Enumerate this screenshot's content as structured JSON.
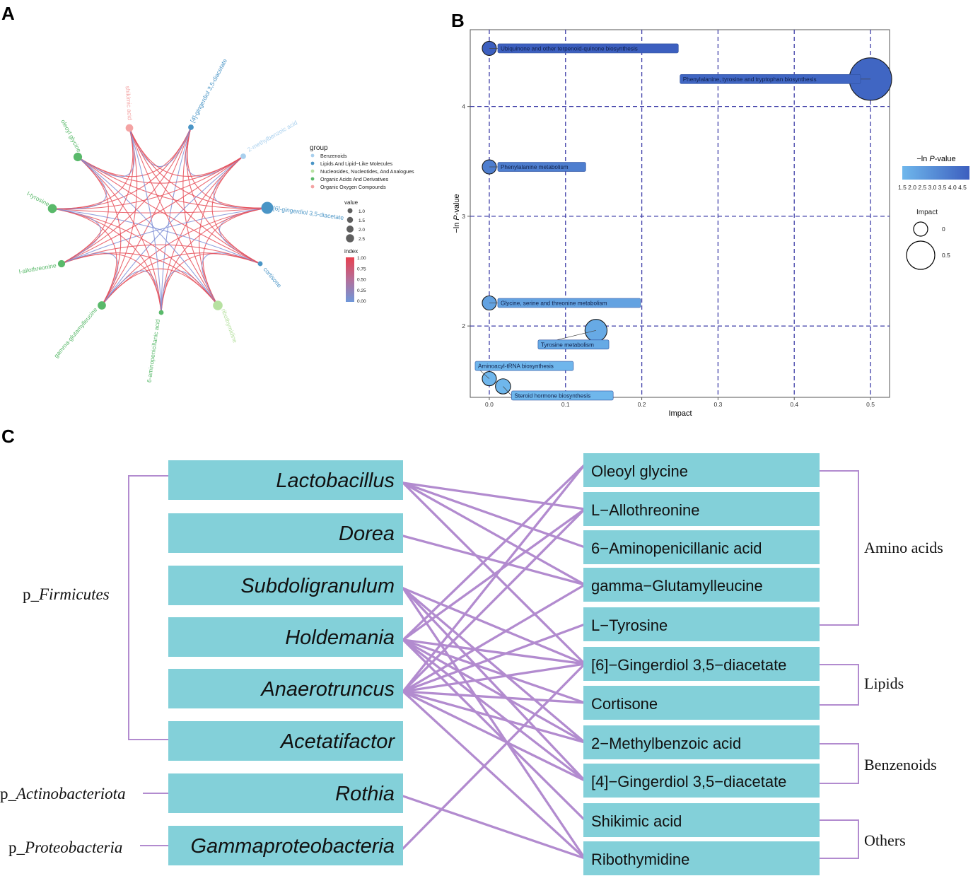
{
  "panels": {
    "a": "A",
    "b": "B",
    "c": "C"
  },
  "colors": {
    "benzenoids": "#a9d0ee",
    "lipids": "#4a95c6",
    "nucleosides": "#b7e1a1",
    "amino": "#59b96a",
    "oxygen": "#f4a3a3",
    "edge_high": "#e8505b",
    "edge_low": "#7f8fd6",
    "box": "#83d0d9",
    "link": "#b28bcf",
    "grid": "#3f3fa8",
    "bubble_low": "#6fb7ec",
    "bubble_high": "#3c5fbf"
  },
  "panel_a": {
    "nodes": [
      {
        "label": "[4]-gingerdiol 3,5-diacetate",
        "group": "lipids",
        "value": 0.8
      },
      {
        "label": "2-methylbenzoic acid",
        "group": "benzenoids",
        "value": 0.8
      },
      {
        "label": "[6]-gingerdiol 3,5-diacetate",
        "group": "lipids",
        "value": 2.7
      },
      {
        "label": "cortisone",
        "group": "lipids",
        "value": 0.6
      },
      {
        "label": "ribothymidine",
        "group": "nucleosides",
        "value": 2.0
      },
      {
        "label": "6-aminopenicillanic acid",
        "group": "amino",
        "value": 0.6
      },
      {
        "label": "gamma-glutamylleucine",
        "group": "amino",
        "value": 1.6
      },
      {
        "label": "l-allothreonine",
        "group": "amino",
        "value": 1.3
      },
      {
        "label": "l-tyrosine",
        "group": "amino",
        "value": 1.8
      },
      {
        "label": "oleoyl glycine",
        "group": "amino",
        "value": 1.7
      },
      {
        "label": "shikimic acid",
        "group": "oxygen",
        "value": 1.4
      }
    ],
    "legend": {
      "group_title": "group",
      "groups": [
        {
          "key": "benzenoids",
          "label": "Benzenoids"
        },
        {
          "key": "lipids",
          "label": "Lipids And Lipid−Like Molecules"
        },
        {
          "key": "nucleosides",
          "label": "Nucleosides, Nucleotides, And Analogues"
        },
        {
          "key": "amino",
          "label": "Organic Acids And Derivatives"
        },
        {
          "key": "oxygen",
          "label": "Organic Oxygen Compounds"
        }
      ],
      "value_title": "value",
      "values": [
        "1.0",
        "1.5",
        "2.0",
        "2.5"
      ],
      "index_title": "index",
      "index_ticks": [
        "1.00",
        "0.75",
        "0.50",
        "0.25",
        "0.00"
      ]
    }
  },
  "chart_data": {
    "type": "scatter",
    "xlabel": "Impact",
    "ylabel_prefix": "−ln ",
    "ylabel_em": "P",
    "ylabel_suffix": "-value",
    "xlim": [
      -0.025,
      0.525
    ],
    "ylim": [
      1.35,
      4.7
    ],
    "xticks": [
      "0.0",
      "0.1",
      "0.2",
      "0.3",
      "0.4",
      "0.5"
    ],
    "xtick_values": [
      0,
      0.1,
      0.2,
      0.3,
      0.4,
      0.5
    ],
    "yticks": [
      "2",
      "3",
      "4"
    ],
    "ytick_values": [
      2,
      3,
      4
    ],
    "grid": true,
    "points": [
      {
        "name": "Ubiquinone and other terpenoid-quinone biosynthesis",
        "x": 0.0,
        "y": 4.53,
        "impact": 0.0,
        "color_value": 4.53
      },
      {
        "name": "Phenylalanine, tyrosine and tryptophan biosynthesis",
        "x": 0.5,
        "y": 4.25,
        "impact": 0.5,
        "color_value": 4.25
      },
      {
        "name": "Phenylalanine metabolism",
        "x": 0.0,
        "y": 3.45,
        "impact": 0.0,
        "color_value": 3.45
      },
      {
        "name": "Glycine, serine and threonine metabolism",
        "x": 0.0,
        "y": 2.21,
        "impact": 0.0,
        "color_value": 2.21
      },
      {
        "name": "Tyrosine metabolism",
        "x": 0.14,
        "y": 1.96,
        "impact": 0.14,
        "color_value": 1.96
      },
      {
        "name": "Aminoacyl-tRNA biosynthesis",
        "x": 0.0,
        "y": 1.52,
        "impact": 0.0,
        "color_value": 1.52
      },
      {
        "name": "Steroid hormone biosynthesis",
        "x": 0.018,
        "y": 1.45,
        "impact": 0.018,
        "color_value": 1.45
      }
    ],
    "legend": {
      "color_title_prefix": "−ln ",
      "color_title_em": "P",
      "color_title_suffix": "-value",
      "color_ticks": "1.5 2.0 2.5 3.0 3.5 4.0 4.5",
      "size_title": "Impact",
      "size_ticks": [
        "0",
        "0.5"
      ]
    }
  },
  "panel_c": {
    "left": [
      {
        "label": "Lactobacillus"
      },
      {
        "label": "Dorea"
      },
      {
        "label": "Subdoligranulum"
      },
      {
        "label": "Holdemania"
      },
      {
        "label": "Anaerotruncus"
      },
      {
        "label": "Acetatifactor"
      },
      {
        "label": "Rothia"
      },
      {
        "label": "Gammaproteobacteria"
      }
    ],
    "right": [
      {
        "label": "Oleoyl glycine"
      },
      {
        "label": "L−Allothreonine"
      },
      {
        "label": "6−Aminopenicillanic acid"
      },
      {
        "label": "gamma−Glutamylleucine"
      },
      {
        "label": "L−Tyrosine"
      },
      {
        "label": "[6]−Gingerdiol 3,5−diacetate"
      },
      {
        "label": "Cortisone"
      },
      {
        "label": "2−Methylbenzoic acid"
      },
      {
        "label": "[4]−Gingerdiol 3,5−diacetate"
      },
      {
        "label": "Shikimic acid"
      },
      {
        "label": "Ribothymidine"
      }
    ],
    "phyla": [
      {
        "prefix": "p_",
        "name": "Firmicutes"
      },
      {
        "prefix": "p_",
        "name": "Actinobacteriota"
      },
      {
        "prefix": "p_",
        "name": "Proteobacteria"
      }
    ],
    "categories": [
      {
        "label": "Amino acids"
      },
      {
        "label": "Lipids"
      },
      {
        "label": "Benzenoids"
      },
      {
        "label": "Others"
      }
    ],
    "links": [
      [
        0,
        1
      ],
      [
        0,
        2
      ],
      [
        0,
        3
      ],
      [
        0,
        5
      ],
      [
        1,
        3
      ],
      [
        2,
        5
      ],
      [
        2,
        7
      ],
      [
        2,
        8
      ],
      [
        2,
        10
      ],
      [
        3,
        0
      ],
      [
        3,
        1
      ],
      [
        3,
        5
      ],
      [
        3,
        6
      ],
      [
        3,
        7
      ],
      [
        3,
        8
      ],
      [
        3,
        9
      ],
      [
        4,
        0
      ],
      [
        4,
        1
      ],
      [
        4,
        3
      ],
      [
        4,
        4
      ],
      [
        4,
        5
      ],
      [
        4,
        6
      ],
      [
        4,
        7
      ],
      [
        4,
        8
      ],
      [
        4,
        10
      ],
      [
        6,
        10
      ],
      [
        7,
        5
      ]
    ]
  }
}
